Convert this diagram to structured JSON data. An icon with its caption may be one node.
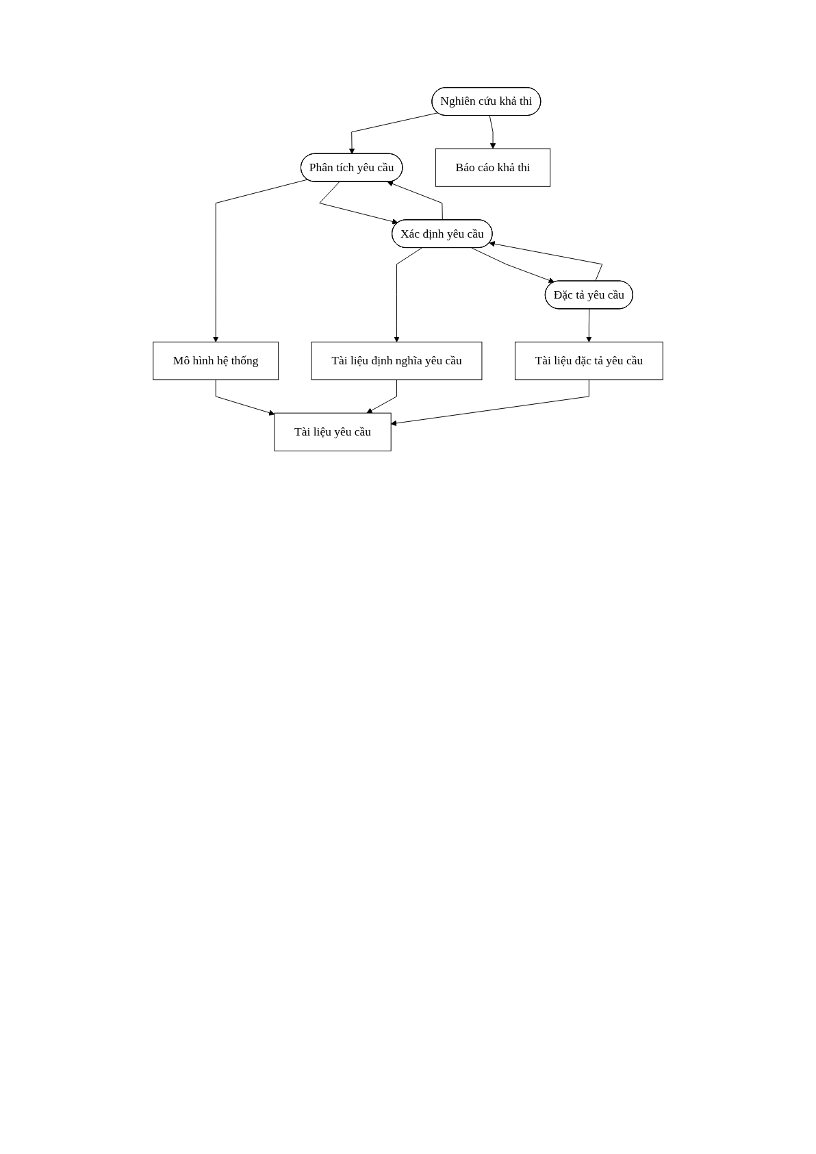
{
  "diagram": {
    "nodes": [
      {
        "text": [
          "Nghiên cứu khả thi"
        ]
      },
      {
        "text": [
          "Phân tích yêu cầu"
        ]
      },
      {
        "text": [
          "Báo cáo khả thi"
        ]
      },
      {
        "text": [
          "Xác định yêu cầu"
        ]
      },
      {
        "text": [
          "Đặc tả yêu cầu"
        ]
      },
      {
        "text": [
          "Mô hình hệ thống"
        ]
      },
      {
        "text": [
          "Tài liệu định nghĩa yêu cầu"
        ]
      },
      {
        "text": [
          "Tài liệu yêu cầu"
        ]
      },
      {
        "text": [
          "Tài liệu đặc tả yêu cầu"
        ]
      }
    ],
    "edges": [
      {
        "from": 0,
        "to": 1,
        "arrow": "to"
      },
      {
        "from": 0,
        "to": 2,
        "arrow": "to"
      },
      {
        "from": 1,
        "to": 3,
        "arrow": "to"
      },
      {
        "from": 3,
        "to": 1,
        "arrow": "to"
      },
      {
        "from": 3,
        "to": 4,
        "arrow": "to"
      },
      {
        "from": 4,
        "to": 3,
        "arrow": "to"
      },
      {
        "from": 1,
        "to": 5,
        "arrow": "to"
      },
      {
        "from": 3,
        "to": 6,
        "arrow": "to"
      },
      {
        "from": 5,
        "to": 7,
        "arrow": "to"
      },
      {
        "from": 6,
        "to": 7,
        "arrow": "to"
      },
      {
        "from": 4,
        "to": 8,
        "arrow": "to"
      },
      {
        "from": 8,
        "to": 7,
        "arrow": "to"
      }
    ]
  }
}
